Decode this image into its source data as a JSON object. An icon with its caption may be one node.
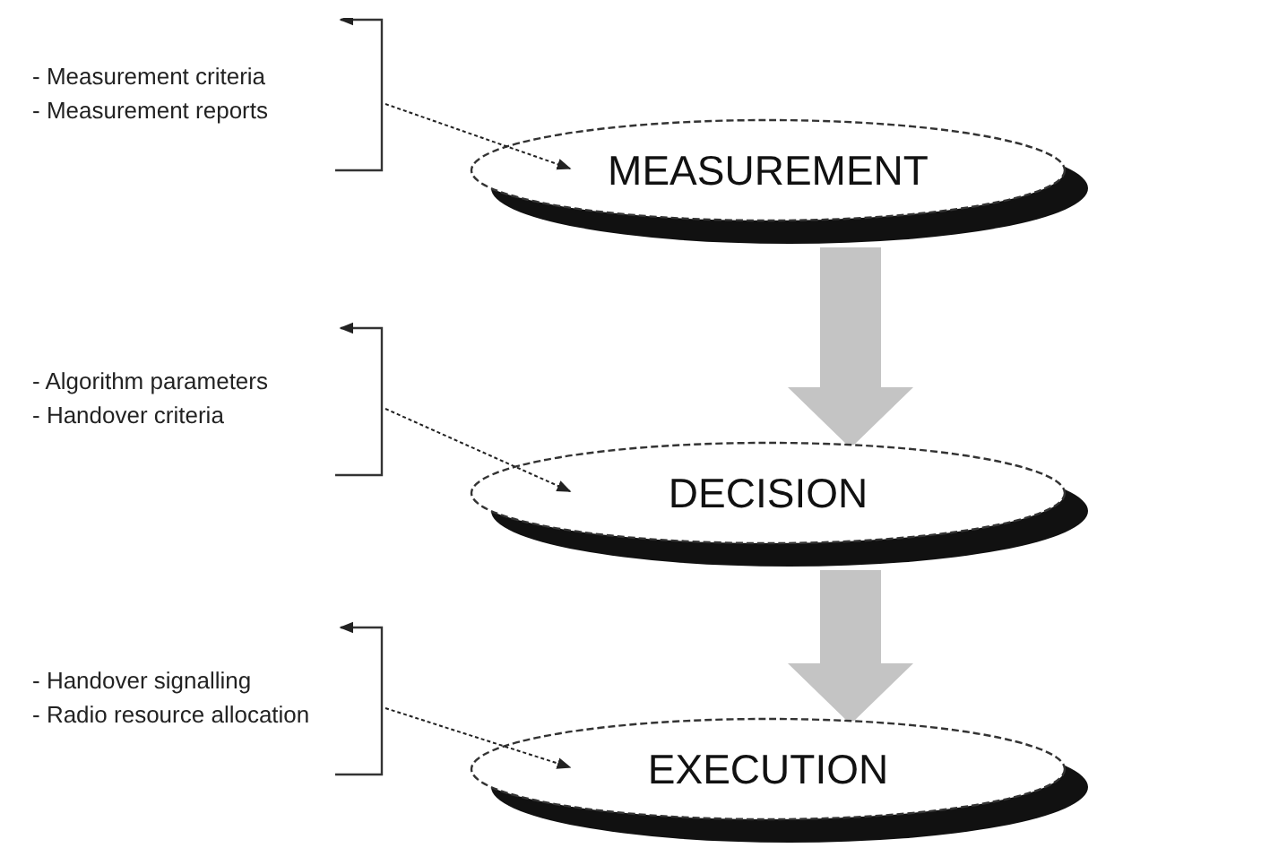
{
  "diagram": {
    "nodes": [
      {
        "text": [
          "- Measurement criteria",
          "- Measurement reports"
        ]
      },
      {
        "text": [
          "MEASUREMENT"
        ]
      },
      {
        "text": [
          "- Algorithm parameters",
          "- Handover criteria"
        ]
      },
      {
        "text": [
          "DECISION"
        ]
      },
      {
        "text": [
          "- Handover signalling",
          "- Radio resource allocation"
        ]
      },
      {
        "text": [
          "EXECUTION"
        ]
      }
    ],
    "edges": [
      {
        "from": 0,
        "to": 1,
        "arrow": "to",
        "style": "dashed"
      },
      {
        "from": 1,
        "to": 3,
        "arrow": "to",
        "style": "thick",
        "color": "#c4c4c4"
      },
      {
        "from": 2,
        "to": 3,
        "arrow": "to",
        "style": "dashed"
      },
      {
        "from": 3,
        "to": 5,
        "arrow": "to",
        "style": "thick",
        "color": "#c4c4c4"
      },
      {
        "from": 4,
        "to": 5,
        "arrow": "to",
        "style": "dashed"
      }
    ]
  }
}
